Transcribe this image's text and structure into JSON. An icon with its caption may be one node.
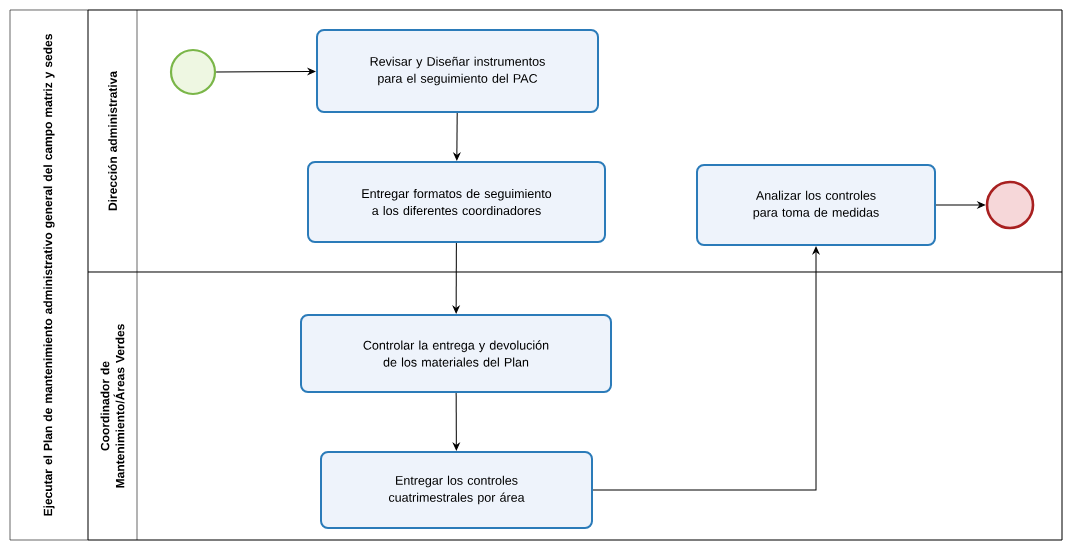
{
  "diagram": {
    "nodes": [
      {
        "text": [
          "Ejecutar el Plan de mantenimiento administrativo general del campo matriz y sedes"
        ]
      },
      {
        "text": [
          "Dirección administrativa"
        ],
        "in": 0
      },
      {
        "text": [
          "Coordinador de Mantenimiento/Áreas Verdes"
        ],
        "in": 0
      },
      {
        "text": [],
        "shape": "circle",
        "in": 1
      },
      {
        "text": [
          "Revisar y Diseñar instrumentos para el seguimiento del PAC"
        ],
        "in": 1
      },
      {
        "text": [
          "Entregar formatos de seguimiento a los diferentes coordinadores"
        ],
        "in": 1
      },
      {
        "text": [
          "Analizar los controles para toma de medidas"
        ],
        "in": 1
      },
      {
        "text": [],
        "shape": "circle",
        "in": 1
      },
      {
        "text": [
          "Controlar la entrega y devolución de los materiales del Plan"
        ],
        "in": 2
      },
      {
        "text": [
          "Entregar los controles cuatrimestrales por área"
        ],
        "in": 2
      }
    ],
    "edges": [
      {
        "from": 3,
        "to": 4,
        "arrow": "to"
      },
      {
        "from": 4,
        "to": 5,
        "arrow": "to"
      },
      {
        "from": 5,
        "to": 8,
        "arrow": "to"
      },
      {
        "from": 8,
        "to": 9,
        "arrow": "to"
      },
      {
        "from": 9,
        "to": 6,
        "arrow": "to"
      },
      {
        "from": 6,
        "to": 7,
        "arrow": "to"
      }
    ]
  }
}
